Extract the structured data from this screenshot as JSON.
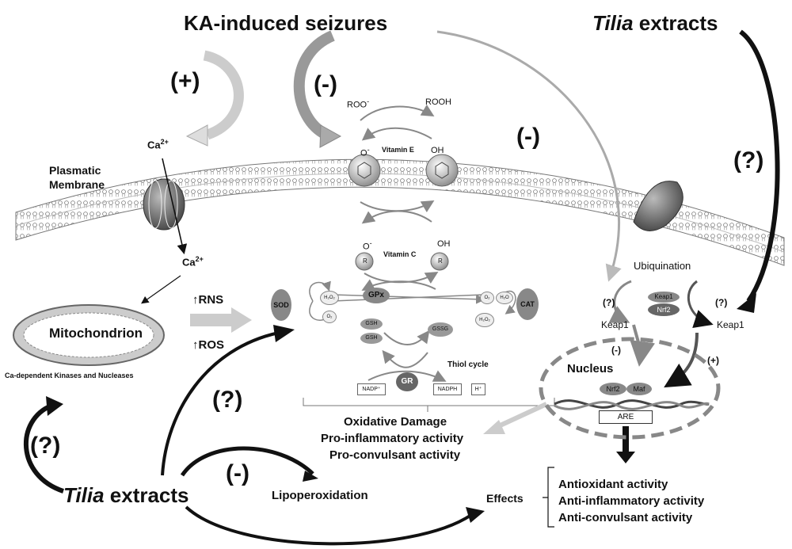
{
  "titles": {
    "seizures": "KA-induced seizures",
    "tilia_top": "Tilia",
    "tilia_top_suffix": " extracts",
    "tilia_bottom": "Tilia",
    "tilia_bottom_suffix": " extracts"
  },
  "signs": {
    "plus_top": "(+)",
    "minus_top": "(-)",
    "minus_right": "(-)",
    "q_right": "(?)",
    "q_left": "(?)",
    "q_center": "(?)",
    "minus_bottom": "(-)",
    "q_keap_left": "(?)",
    "q_keap_right": "(?)",
    "minus_nucleus": "(-)",
    "plus_nucleus": "(+)"
  },
  "membrane": {
    "label_line1": "Plasmatic",
    "label_line2": "Membrane",
    "ca_top": "Ca",
    "ca_top_sup": "2+",
    "ca_bottom": "Ca",
    "ca_bottom_sup": "2+"
  },
  "vitamin_e": {
    "roo": "ROO",
    "roo_sup": "-",
    "rooh": "ROOH",
    "o": "O",
    "o_sup": "-",
    "label": "Vitamin E",
    "oh": "OH"
  },
  "vitamin_c": {
    "o": "O",
    "o_sup": "-",
    "oh": "OH",
    "label": "Vitamin C",
    "r_left": "R",
    "r_right": "R"
  },
  "mito": {
    "label": "Mitochondrion",
    "caption": "Ca-dependent Kinases and Nucleases",
    "rns": "RNS",
    "ros": "ROS"
  },
  "enzymes": {
    "sod": "SOD",
    "gpx": "GPx",
    "cat": "CAT",
    "gsh1": "GSH",
    "gsh2": "GSH",
    "gssg": "GSSG",
    "gr": "GR",
    "thiol": "Thiol cycle",
    "nadp": "NADP⁺",
    "nadph": "NADPH",
    "h": "H⁺",
    "h2o2_a": "H₂O₂",
    "o2_a": "O₂",
    "o2_b": "O₂",
    "h2o_a": "H₂O",
    "h2o2_b": "H₂O₂"
  },
  "outcomes": {
    "line1": "Oxidative Damage",
    "line2": "Pro-inflammatory activity",
    "line3": "Pro-convulsant activity",
    "lipo": "Lipoperoxidation"
  },
  "nrf": {
    "ubiq": "Ubiquination",
    "keap1_top": "Keap1",
    "nrf2_top": "Nrf2",
    "keap1_left": "Keap1",
    "keap1_right": "Keap1",
    "nucleus": "Nucleus",
    "nrf2_n": "Nrf2",
    "maf": "Maf",
    "are": "ARE"
  },
  "effects": {
    "label": "Effects",
    "e1": "Antioxidant activity",
    "e2": "Anti-inflammatory activity",
    "e3": "Anti-convulsant activity"
  }
}
